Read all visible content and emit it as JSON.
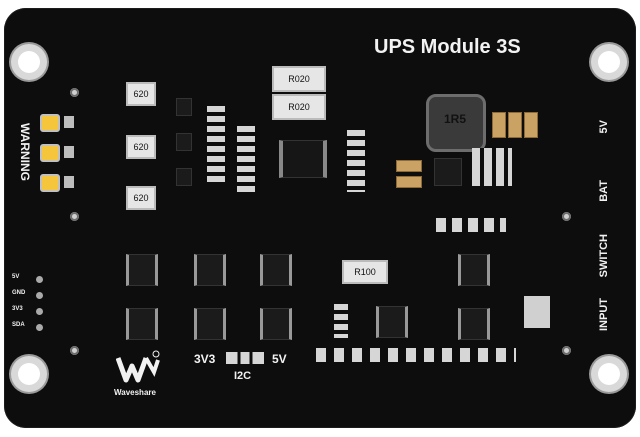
{
  "board": {
    "title": "UPS Module 3S",
    "brand": "Waveshare",
    "labels": {
      "warning": "WARNING",
      "v5_top": "5V",
      "bat": "BAT",
      "switch": "SWITCH",
      "input": "INPUT",
      "v3v3": "3V3",
      "v5_bottom": "5V",
      "i2c": "I2C"
    },
    "components": {
      "r020_top": "R020",
      "r020_bottom": "R020",
      "r100": "R100",
      "inductor": "1R5",
      "r620_a": "620",
      "r620_b": "620",
      "r620_c": "620"
    },
    "pin_rows": {
      "row1": "5V",
      "row2": "GND",
      "row3": "3V3",
      "row4": "SDA"
    }
  }
}
